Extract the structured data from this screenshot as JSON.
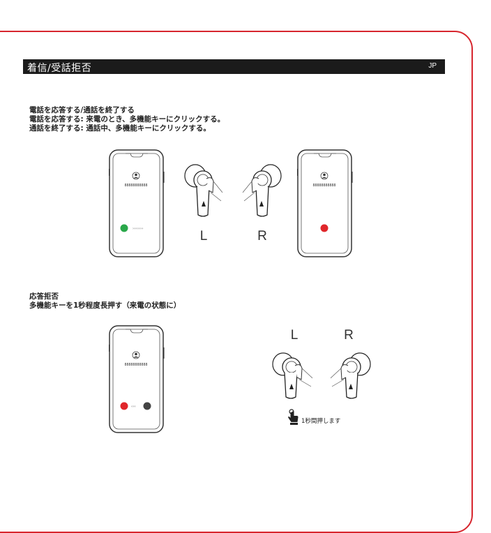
{
  "header": {
    "title": "着信/受話拒否",
    "language": "JP"
  },
  "section_answer": {
    "heading": "電話を応答する/通話を終了する",
    "line1": "電話を応答する: 来電のとき、多機能キーにクリックする。",
    "line2": "通話を終了する: 通話中、多機能キーにクリックする。"
  },
  "section_reject": {
    "heading": "応答拒否",
    "line1": "多機能キーを1秒程度長押す（来電の状態に）"
  },
  "phones": {
    "caller_number": "88888888888",
    "swipe_right": "›››››››",
    "swipe_left": "‹‹‹"
  },
  "earbuds": {
    "left_label": "L",
    "right_label": "R"
  },
  "hold_caption": "1秒間押します",
  "colors": {
    "accent_red": "#d7262e",
    "answer_green": "#2aa84a",
    "decline_red": "#e0262b"
  }
}
